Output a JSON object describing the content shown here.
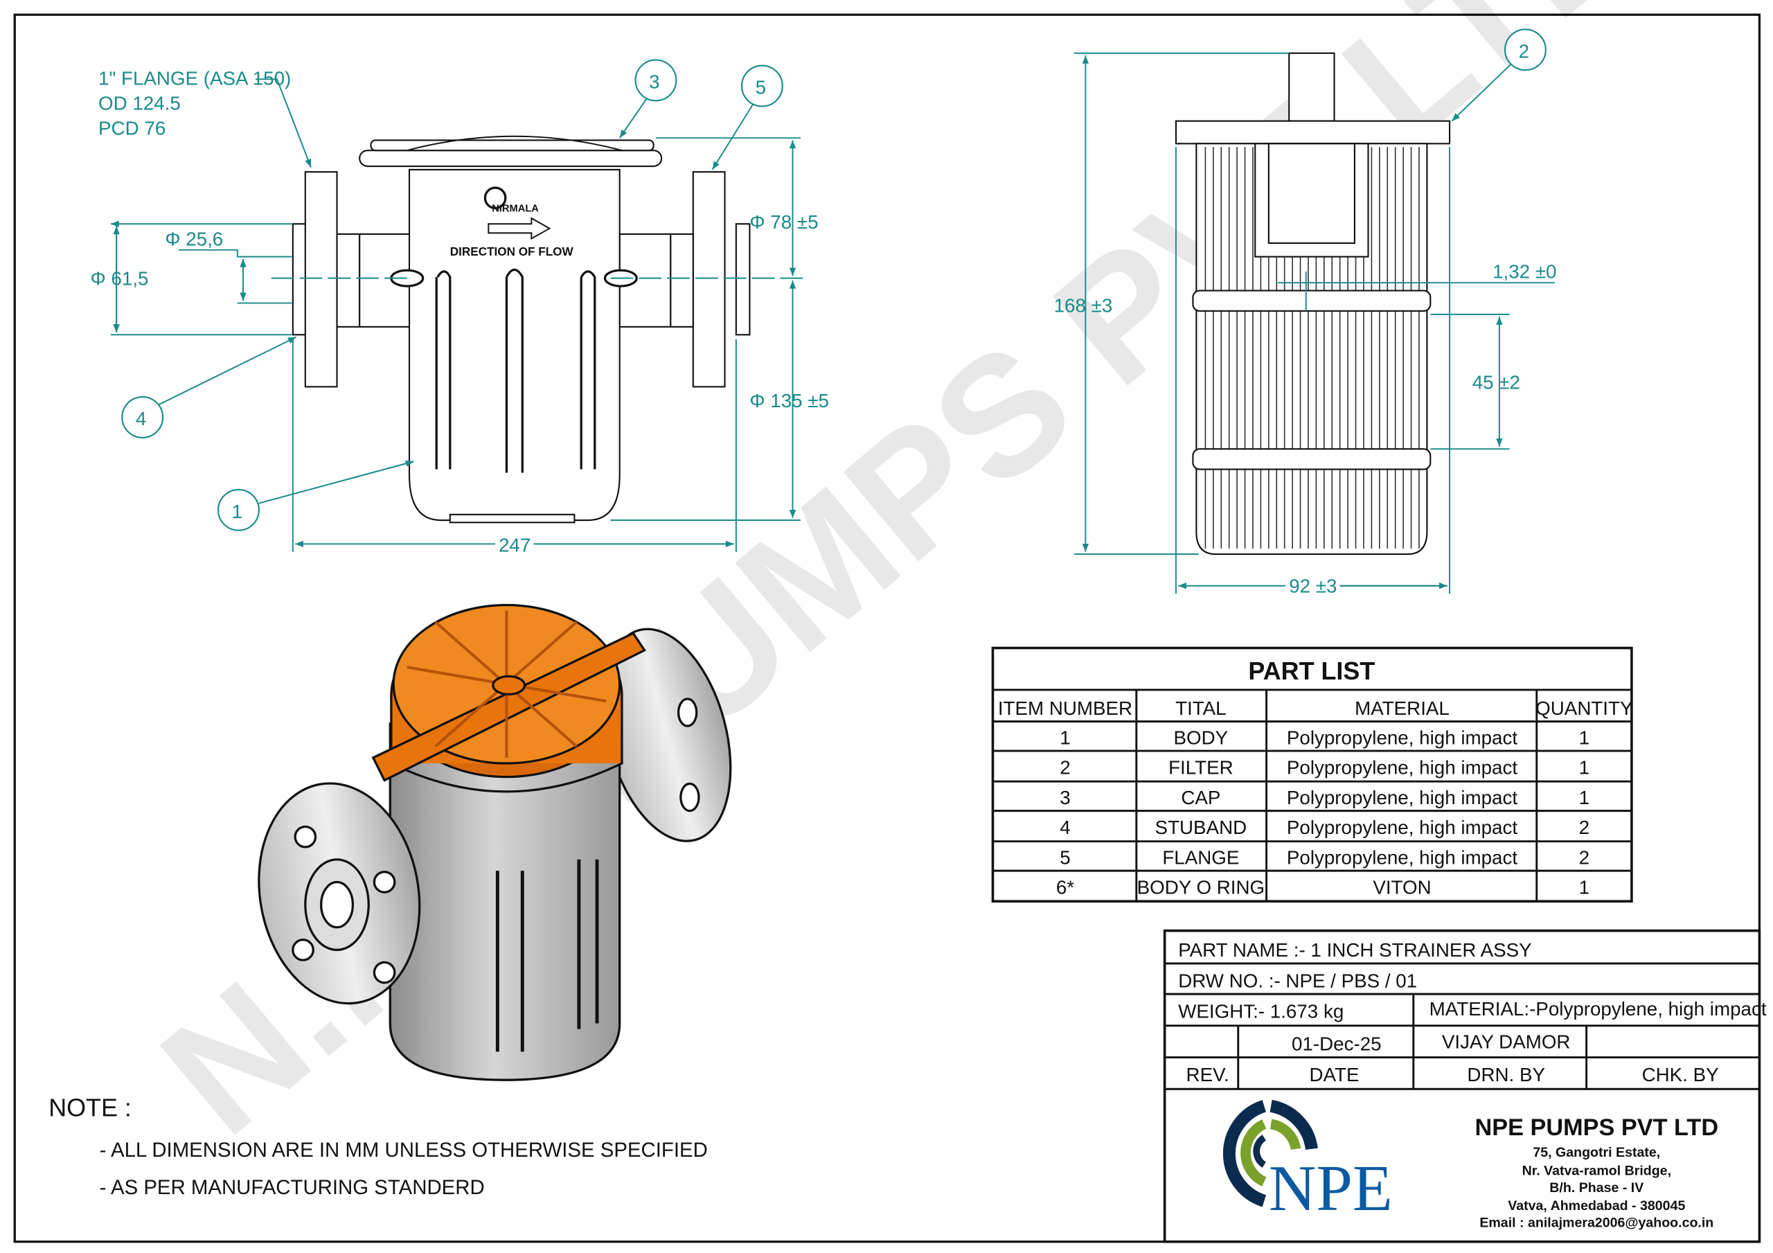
{
  "watermark": "N.P.E. PUMPS PVT LTD.",
  "front_view": {
    "flange_note": [
      "1\" FLANGE (ASA 150)",
      "OD 124.5",
      "PCD 76"
    ],
    "logo_text": "NIRMALA",
    "flow_text": "DIRECTION OF FLOW",
    "dims": {
      "d_inner": "Φ 25,6",
      "d_outer": "Φ 61,5",
      "d_top": "Φ 78 ±5",
      "d_bottom": "Φ 135 ±5",
      "width": "247"
    },
    "balloons": [
      "1",
      "3",
      "4",
      "5"
    ]
  },
  "side_view": {
    "dims": {
      "height": "168 ±3",
      "gap": "1,32 ±0",
      "pitch": "45 ±2",
      "width": "92 ±3"
    },
    "balloon": "2"
  },
  "part_list": {
    "title": "PART LIST",
    "columns": [
      "ITEM NUMBER",
      "TITAL",
      "MATERIAL",
      "QUANTITY"
    ],
    "rows": [
      [
        "1",
        "BODY",
        "Polypropylene, high impact",
        "1"
      ],
      [
        "2",
        "FILTER",
        "Polypropylene, high impact",
        "1"
      ],
      [
        "3",
        "CAP",
        "Polypropylene, high impact",
        "1"
      ],
      [
        "4",
        "STUBAND",
        "Polypropylene, high impact",
        "2"
      ],
      [
        "5",
        "FLANGE",
        "Polypropylene, high impact",
        "2"
      ],
      [
        "6*",
        "BODY O RING",
        "VITON",
        "1"
      ]
    ]
  },
  "title_block": {
    "part_name": "PART NAME :- 1 INCH STRAINER ASSY",
    "drw_no": "DRW NO. :- NPE / PBS / 01",
    "weight": "WEIGHT:- 1.673 kg",
    "material": "MATERIAL:-Polypropylene, high impact",
    "rev_value": "",
    "date_value": "01-Dec-25",
    "drn_value": "VIJAY DAMOR",
    "chk_value": "",
    "rev_label": "REV.",
    "date_label": "DATE",
    "drn_label": "DRN. BY",
    "chk_label": "CHK. BY",
    "logo_text": "NPE",
    "company": "NPE PUMPS PVT LTD",
    "address": [
      "75, Gangotri Estate,",
      "Nr. Vatva-ramol Bridge,",
      "B/h. Phase - IV",
      "Vatva, Ahmedabad - 380045",
      "Email : anilajmera2006@yahoo.co.in"
    ]
  },
  "notes": {
    "title": "NOTE :",
    "items": [
      "- ALL DIMENSION ARE IN MM UNLESS OTHERWISE SPECIFIED",
      "- AS PER MANUFACTURING STANDERD"
    ]
  },
  "colors": {
    "dimension": "#1a8a8a",
    "cap": "#e8740c",
    "body": "#b8b8b8",
    "logo_navy": "#0d2b4e",
    "logo_green": "#7aa22a",
    "logo_blue": "#0b5aa2"
  }
}
